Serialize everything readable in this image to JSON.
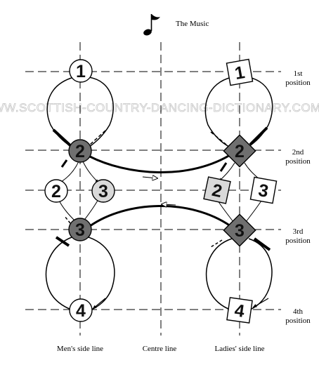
{
  "title": "The Music",
  "watermark": "WWW.SCOTTISH-COUNTRY-DANCING-DICTIONARY.COM",
  "positions": [
    {
      "line1": "1st",
      "line2": "position"
    },
    {
      "line1": "2nd",
      "line2": "position"
    },
    {
      "line1": "3rd",
      "line2": "position"
    },
    {
      "line1": "4th",
      "line2": "position"
    }
  ],
  "bottom_labels": {
    "men": "Men's side line",
    "centre": "Centre line",
    "ladies": "Ladies' side line"
  },
  "dancers": {
    "men": [
      "1",
      "2",
      "2",
      "3",
      "3",
      "4"
    ],
    "ladies": [
      "1",
      "2",
      "2",
      "3",
      "3",
      "4"
    ]
  },
  "colors": {
    "active": "#6f6f6f",
    "ghost_light": "#d9d9d9",
    "ghost_white": "#ffffff",
    "line": "#000000"
  },
  "icons": [
    "music-note-icon"
  ]
}
